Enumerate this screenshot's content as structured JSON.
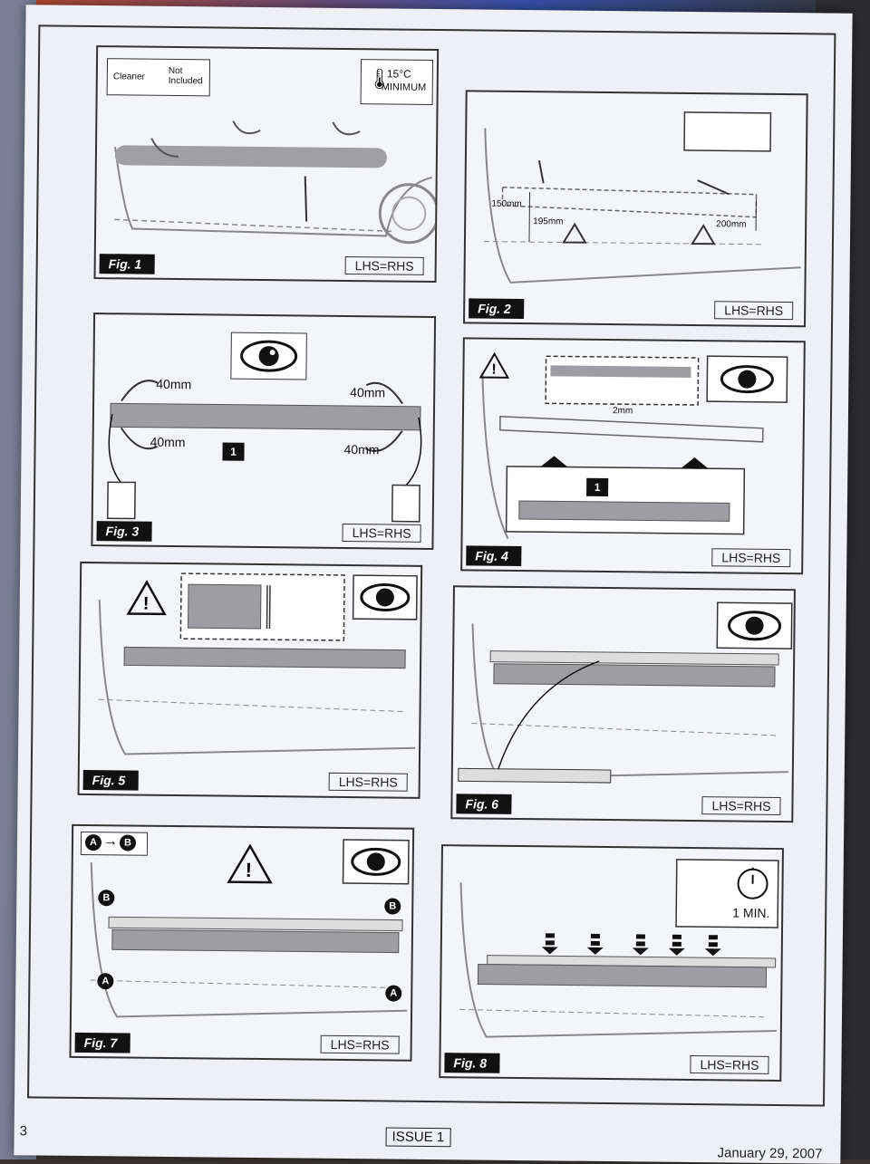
{
  "fig1": {
    "label": "Fig. 1",
    "cleaner": "Cleaner",
    "not_included": "Not Included",
    "temp": "15°C",
    "minimum": "MINIMUM",
    "lhs": "LHS=RHS"
  },
  "fig2": {
    "label": "Fig. 2",
    "m150": "150mm",
    "m195": "195mm",
    "m200": "200mm",
    "lhs": "LHS=RHS"
  },
  "fig3": {
    "label": "Fig. 3",
    "m40a": "40mm",
    "m40b": "40mm",
    "m40c": "40mm",
    "m40d": "40mm",
    "part": "1",
    "lhs": "LHS=RHS"
  },
  "fig4": {
    "label": "Fig. 4",
    "m2": "2mm",
    "part": "1",
    "lhs": "LHS=RHS"
  },
  "fig5": {
    "label": "Fig. 5",
    "lhs": "LHS=RHS"
  },
  "fig6": {
    "label": "Fig. 6",
    "lhs": "LHS=RHS"
  },
  "fig7": {
    "label": "Fig. 7",
    "a": "A",
    "b": "B",
    "arrow": "→",
    "lhs": "LHS=RHS"
  },
  "fig8": {
    "label": "Fig. 8",
    "time": "1 MIN.",
    "lhs": "LHS=RHS"
  },
  "footer": {
    "page": "3",
    "issue": "ISSUE 1",
    "date": "January 29, 2007"
  }
}
